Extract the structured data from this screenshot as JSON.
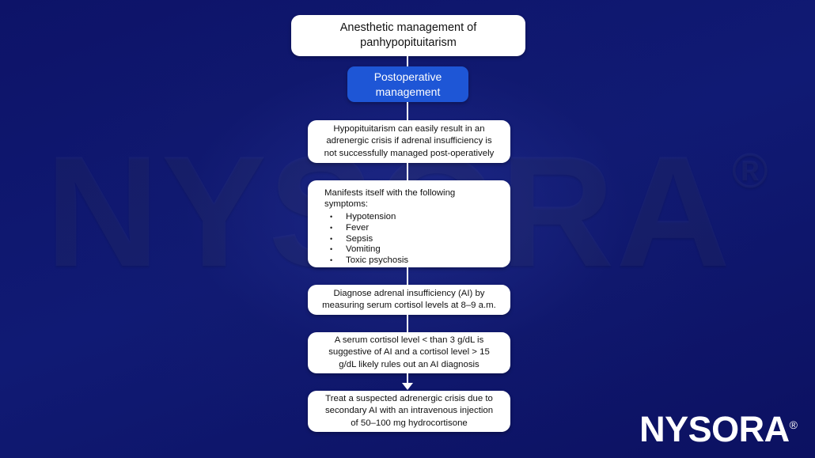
{
  "meta": {
    "background_color": "#0d1368",
    "accent_color": "#1e56d6",
    "card_color": "#ffffff",
    "text_color": "#111111"
  },
  "watermark": {
    "text": "NYSORA",
    "registered_mark": "®"
  },
  "flowchart": {
    "title": "Anesthetic management of\npanhypopituitarism",
    "stage": "Postoperative\nmanagement",
    "crisis": "Hypopituitarism can easily result in an\nadrenergic crisis if adrenal insufficiency is\nnot successfully managed post-operatively",
    "symptoms": {
      "intro": "Manifests itself with the following symptoms:",
      "items": [
        "Hypotension",
        "Fever",
        "Sepsis",
        "Vomiting",
        "Toxic psychosis"
      ]
    },
    "diagnose": "Diagnose adrenal insufficiency (AI) by\nmeasuring serum cortisol levels at 8–9 a.m.",
    "threshold": "A serum cortisol level < than 3 g/dL is\nsuggestive of AI and a cortisol level > 15\ng/dL likely rules out an AI diagnosis",
    "treat": "Treat a suspected adrenergic crisis due to\nsecondary AI with an intravenous injection\nof 50–100 mg hydrocortisone"
  },
  "logo": {
    "text": "NYSORA",
    "registered_mark": "®"
  }
}
